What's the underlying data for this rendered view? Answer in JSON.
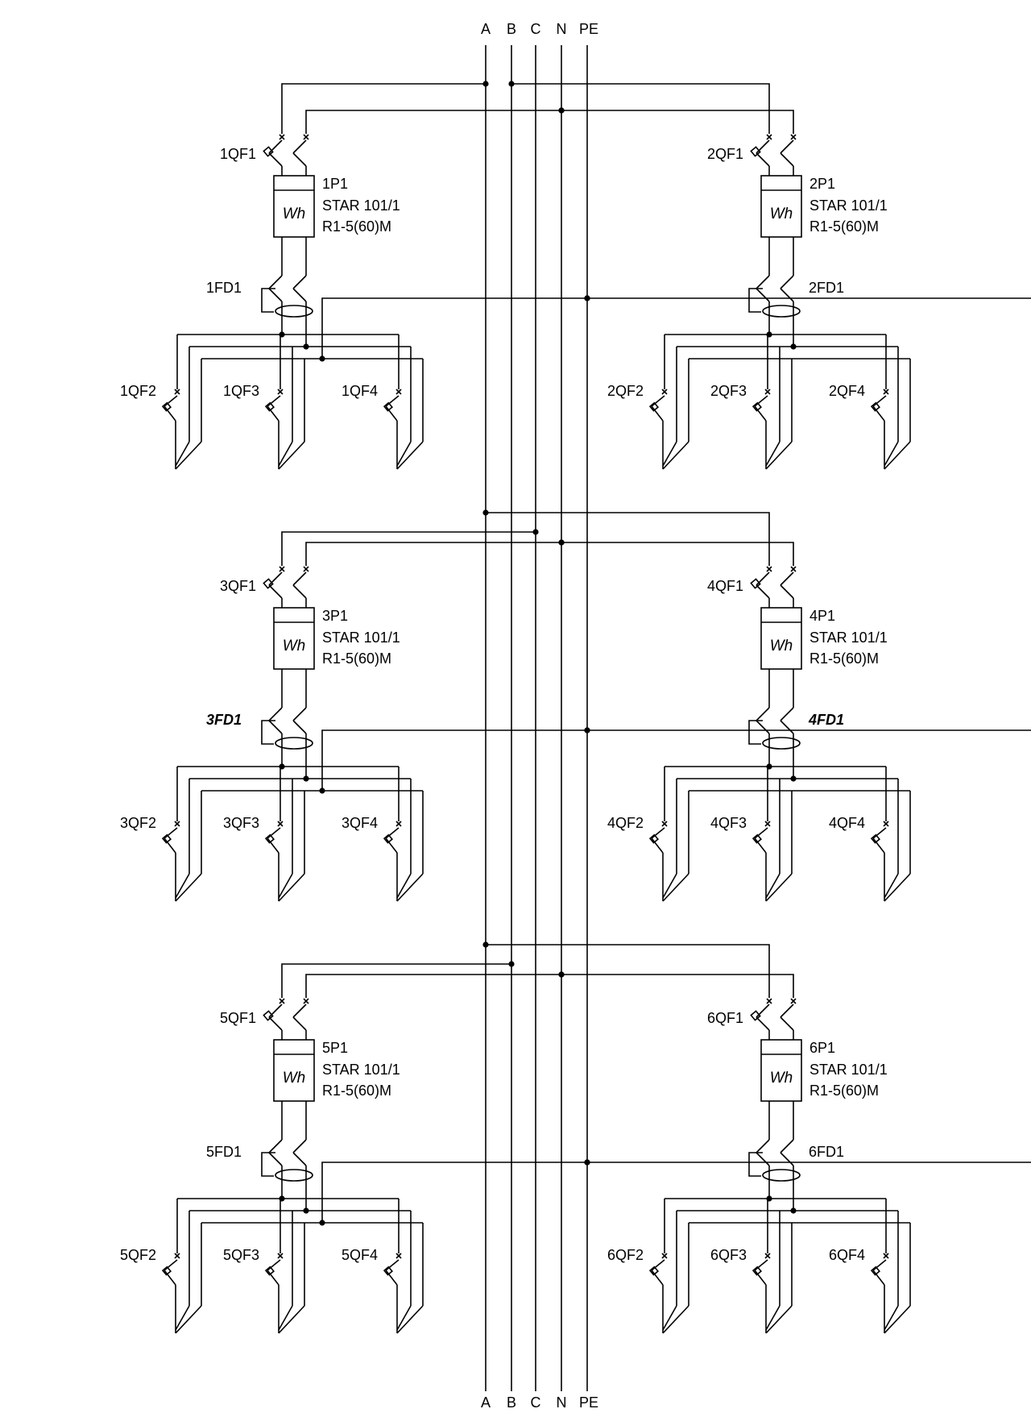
{
  "bus_labels": [
    "A",
    "B",
    "C",
    "N",
    "PE"
  ],
  "units": [
    {
      "main_breaker": "1QF1",
      "meter": {
        "name": "1P1",
        "model": "STAR 101/1",
        "rating": "R1-5(60)M",
        "symbol": "Wh"
      },
      "rcd": "1FD1",
      "rcd_italic": false,
      "branches": [
        "1QF2",
        "1QF3",
        "1QF4"
      ]
    },
    {
      "main_breaker": "2QF1",
      "meter": {
        "name": "2P1",
        "model": "STAR 101/1",
        "rating": "R1-5(60)M",
        "symbol": "Wh"
      },
      "rcd": "2FD1",
      "rcd_italic": false,
      "branches": [
        "2QF2",
        "2QF3",
        "2QF4"
      ]
    },
    {
      "main_breaker": "3QF1",
      "meter": {
        "name": "3P1",
        "model": "STAR 101/1",
        "rating": "R1-5(60)M",
        "symbol": "Wh"
      },
      "rcd": "3FD1",
      "rcd_italic": true,
      "branches": [
        "3QF2",
        "3QF3",
        "3QF4"
      ]
    },
    {
      "main_breaker": "4QF1",
      "meter": {
        "name": "4P1",
        "model": "STAR 101/1",
        "rating": "R1-5(60)M",
        "symbol": "Wh"
      },
      "rcd": "4FD1",
      "rcd_italic": true,
      "branches": [
        "4QF2",
        "4QF3",
        "4QF4"
      ]
    },
    {
      "main_breaker": "5QF1",
      "meter": {
        "name": "5P1",
        "model": "STAR 101/1",
        "rating": "R1-5(60)M",
        "symbol": "Wh"
      },
      "rcd": "5FD1",
      "rcd_italic": false,
      "branches": [
        "5QF2",
        "5QF3",
        "5QF4"
      ]
    },
    {
      "main_breaker": "6QF1",
      "meter": {
        "name": "6P1",
        "model": "STAR 101/1",
        "rating": "R1-5(60)M",
        "symbol": "Wh"
      },
      "rcd": "6FD1",
      "rcd_italic": false,
      "branches": [
        "6QF2",
        "6QF3",
        "6QF4"
      ]
    }
  ],
  "phase_connections": [
    {
      "left": "A",
      "right": "B"
    },
    {
      "left": "C",
      "right": "A"
    },
    {
      "left": "B",
      "right": "A"
    }
  ]
}
